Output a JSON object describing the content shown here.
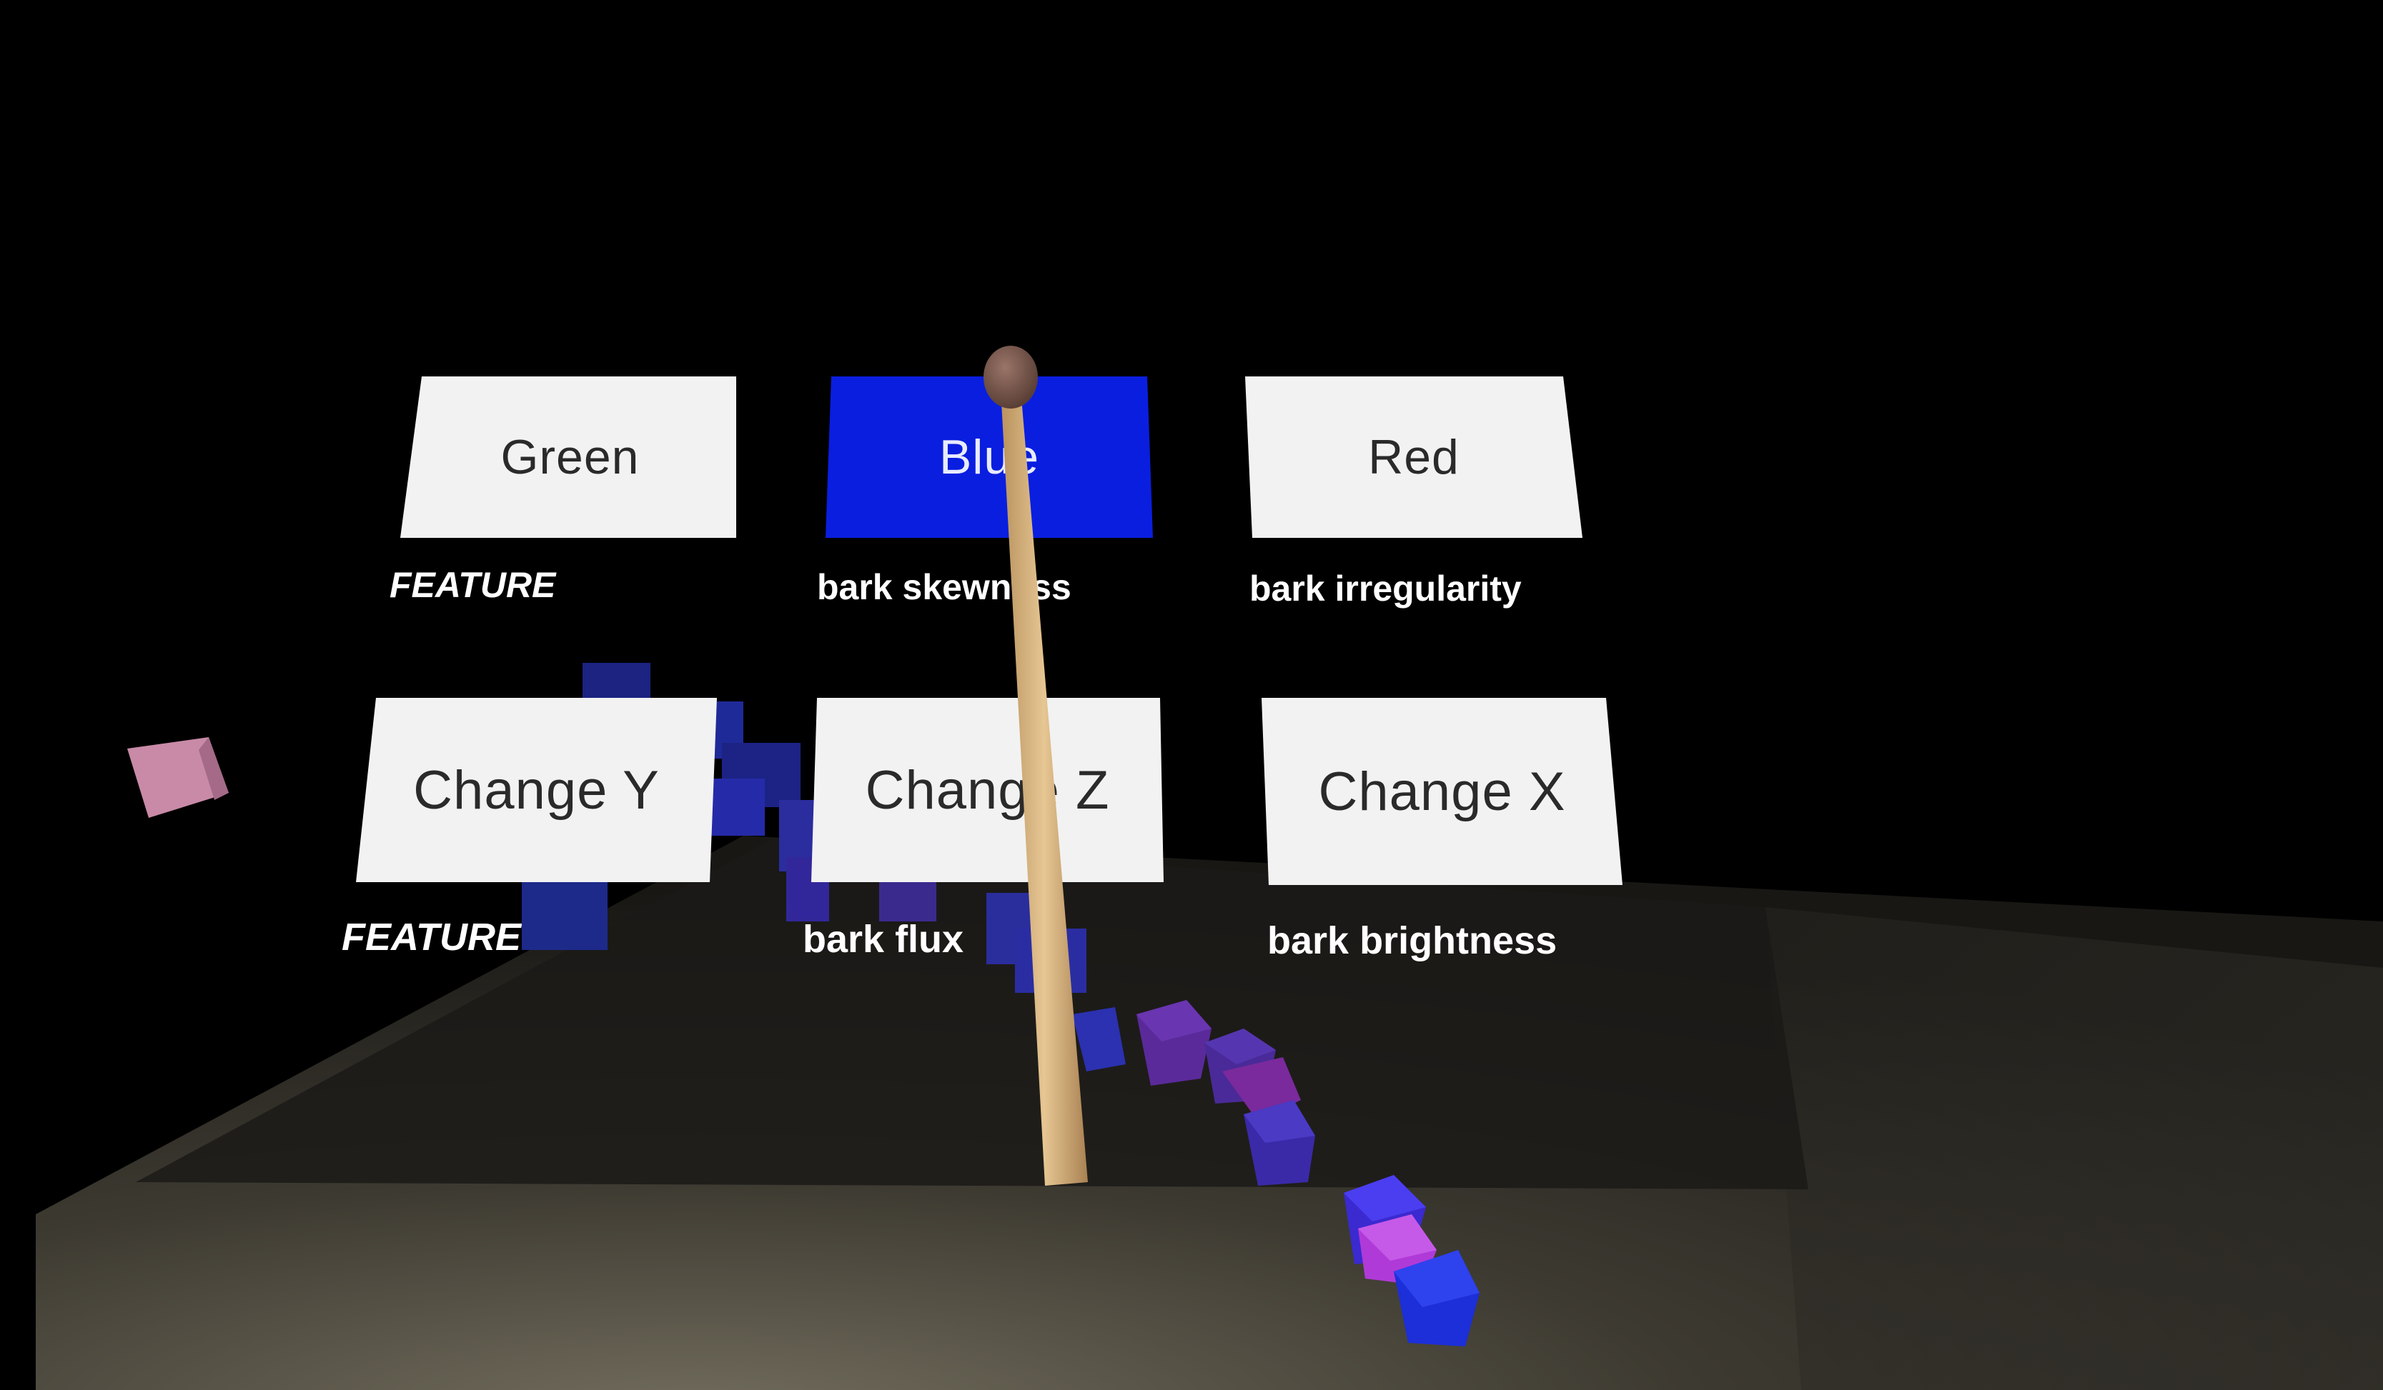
{
  "color_buttons": [
    {
      "label": "Green",
      "selected": false
    },
    {
      "label": "Blue",
      "selected": true
    },
    {
      "label": "Red",
      "selected": false
    }
  ],
  "color_feature_labels": [
    "FEATURE",
    "bark skewness",
    "bark irregularity"
  ],
  "axis_buttons": [
    {
      "label": "Change Y"
    },
    {
      "label": "Change Z"
    },
    {
      "label": "Change X"
    }
  ],
  "axis_feature_labels": [
    "FEATURE",
    "bark flux",
    "bark brightness"
  ],
  "colors": {
    "background": "#000000",
    "button_face": "#f2f2f2",
    "button_selected": "#0a1ee0",
    "button_text": "#2a2a2a",
    "button_selected_text": "#e8ecff",
    "label_text": "#ffffff",
    "floor": "#3a372f",
    "stick": "#d9b57e",
    "stick_tip": "#7a5a4e"
  }
}
